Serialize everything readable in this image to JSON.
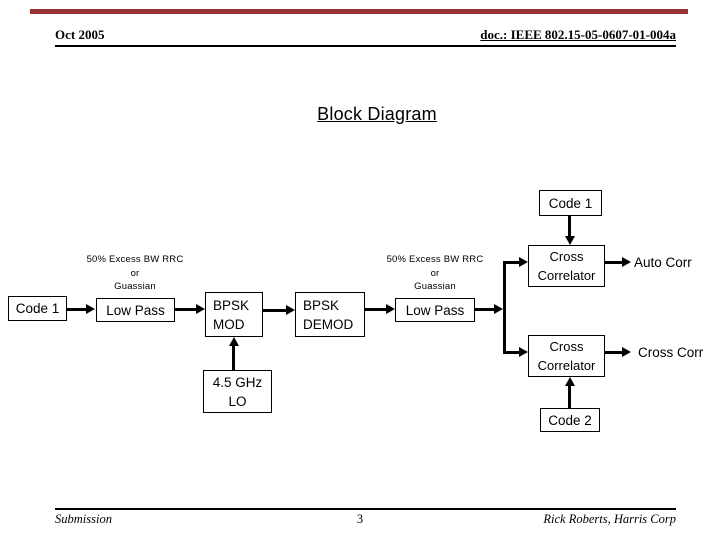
{
  "colors": {
    "accent_bar": "#993333",
    "ink": "#000000",
    "background": "#ffffff"
  },
  "header": {
    "date": "Oct 2005",
    "doc_number": "doc.: IEEE 802.15-05-0607-01-004a"
  },
  "title": "Block Diagram",
  "diagram": {
    "blocks": {
      "code1_in": {
        "label": "Code 1"
      },
      "lowpass_tx": {
        "label": "Low Pass"
      },
      "bpsk_mod": {
        "line1": "BPSK",
        "line2": "MOD"
      },
      "bpsk_demod": {
        "line1": "BPSK",
        "line2": "DEMOD"
      },
      "lowpass_rx": {
        "label": "Low Pass"
      },
      "lo": {
        "line1": "4.5 GHz",
        "line2": "LO"
      },
      "code1_ref": {
        "label": "Code 1"
      },
      "cross_correlator_top": {
        "line1": "Cross",
        "line2": "Correlator"
      },
      "cross_correlator_bottom": {
        "line1": "Cross",
        "line2": "Correlator"
      },
      "code2_ref": {
        "label": "Code 2"
      }
    },
    "annotations": {
      "filter_tx": {
        "line1": "50% Excess BW RRC",
        "line2": "or",
        "line3": "Guassian"
      },
      "filter_rx": {
        "line1": "50% Excess BW RRC",
        "line2": "or",
        "line3": "Guassian"
      },
      "auto_corr_output": "Auto Corr",
      "cross_corr_output": "Cross Corr"
    }
  },
  "footer": {
    "left": "Submission",
    "page_number": "3",
    "right": "Rick Roberts, Harris Corp"
  }
}
